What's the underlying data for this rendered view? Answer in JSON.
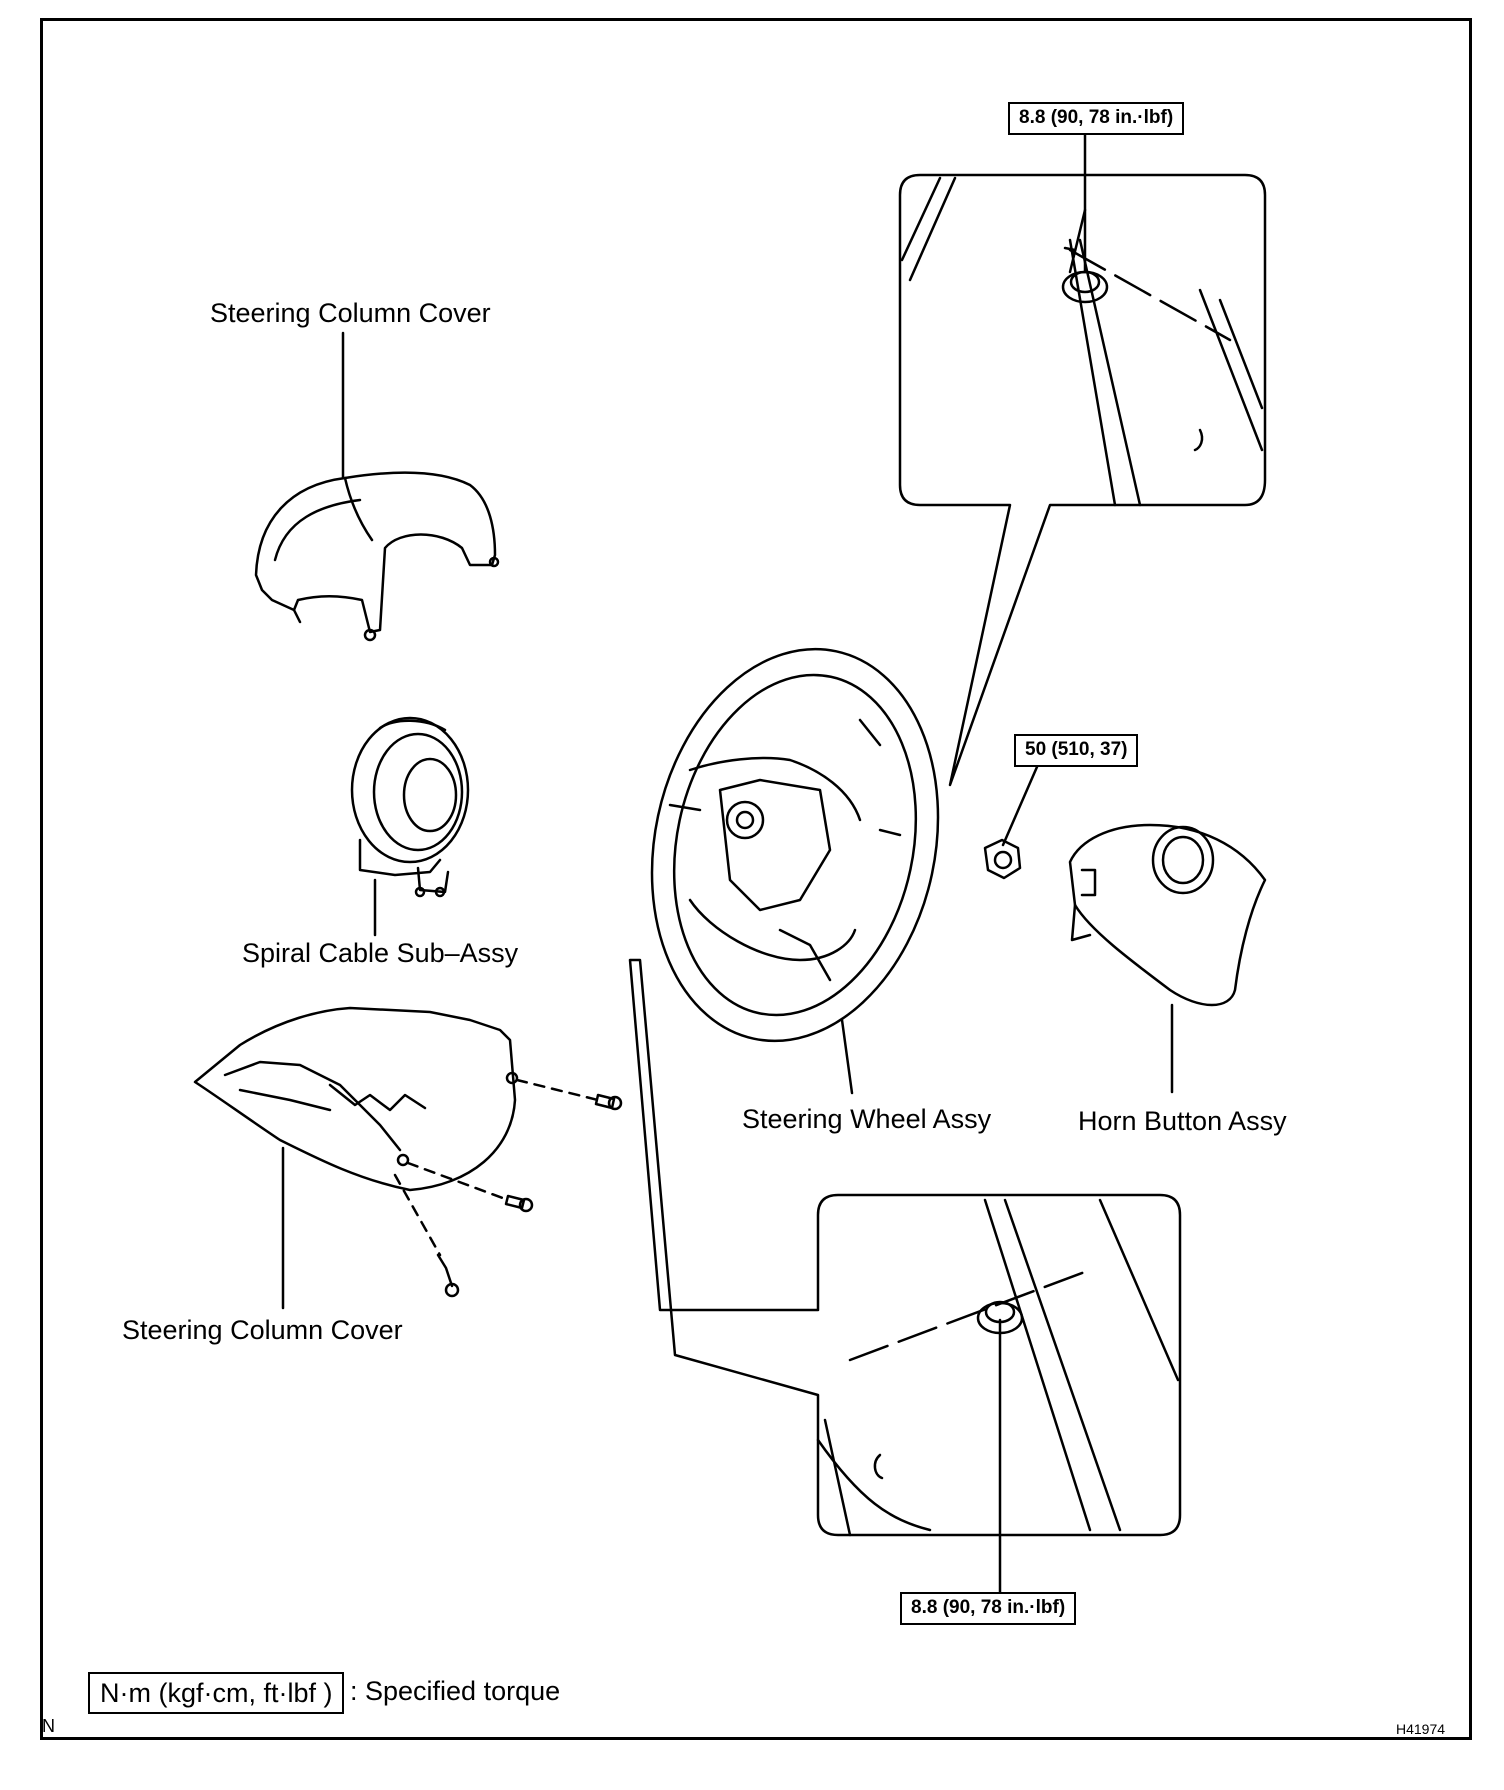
{
  "labels": {
    "steering_column_cover_upper": "Steering Column Cover",
    "spiral_cable": "Spiral Cable Sub–Assy",
    "steering_column_cover_lower": "Steering Column Cover",
    "steering_wheel": "Steering Wheel Assy",
    "horn_button": "Horn Button Assy"
  },
  "torque": {
    "top_bolt": "8.8 (90, 78 in.·lbf)",
    "nut": "50 (510, 37)",
    "bottom_bolt": "8.8 (90, 78 in.·lbf)"
  },
  "legend": {
    "box_text": "N·m (kgf·cm, ft·lbf )",
    "description": ": Specified torque"
  },
  "corner": {
    "left_code": "N",
    "figure_id": "H41974"
  }
}
